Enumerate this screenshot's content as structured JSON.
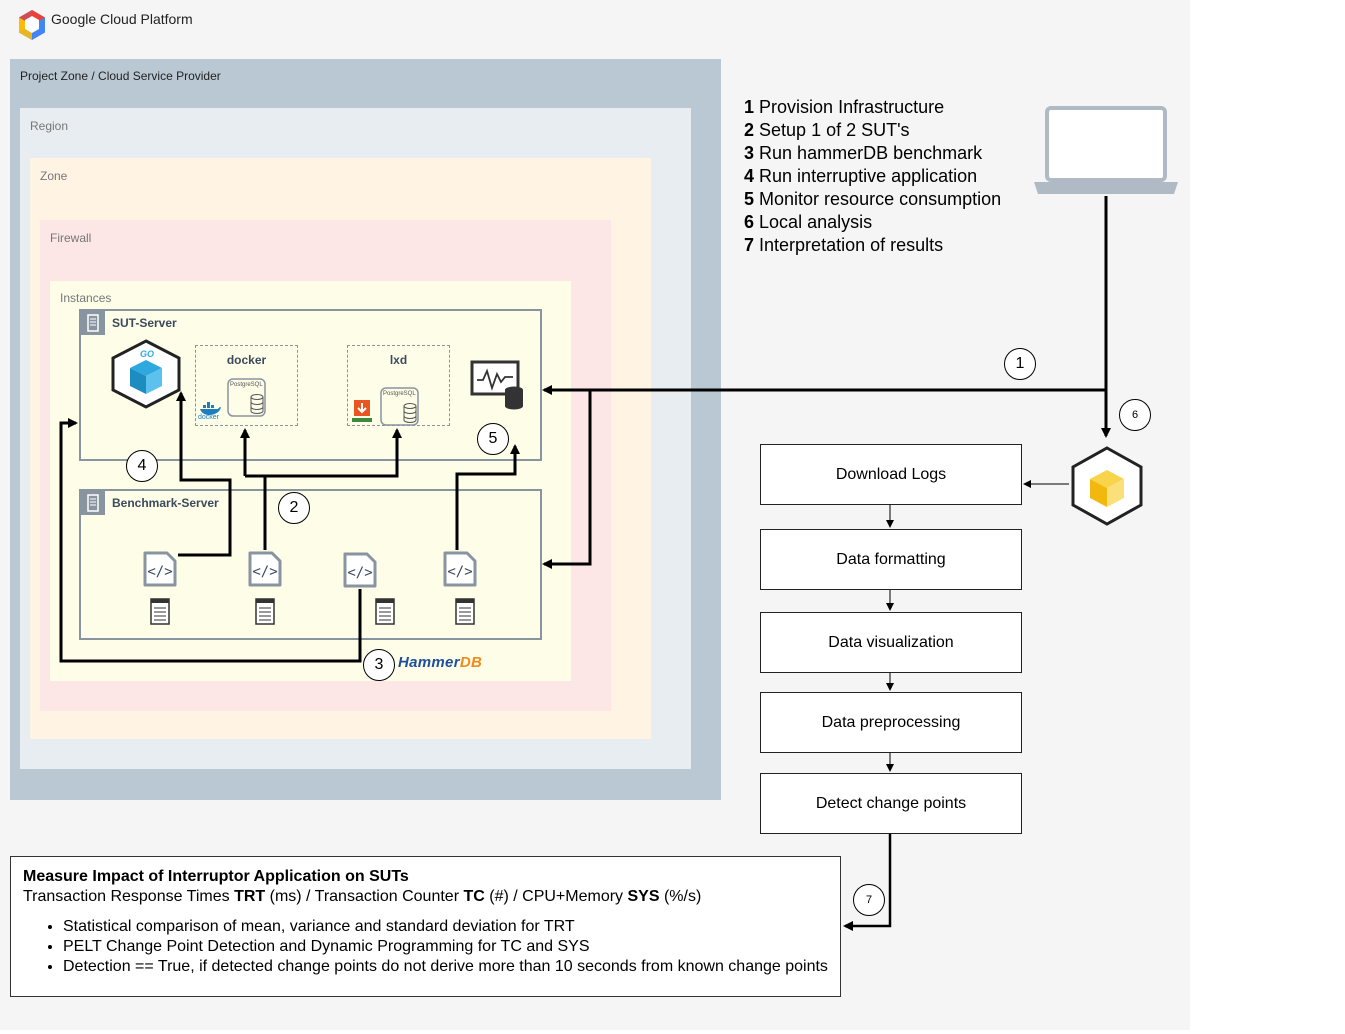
{
  "platform": {
    "title": "Google Cloud Platform",
    "logo_icon": "google-cloud-hexagon-icon"
  },
  "zones": {
    "project": "Project Zone / Cloud Service Provider",
    "region": "Region",
    "zone": "Zone",
    "firewall": "Firewall",
    "instances": "Instances"
  },
  "sut_server": {
    "title": "SUT-Server",
    "docker_label": "docker",
    "lxd_label": "lxd",
    "postgres_label": "PostgreSQL",
    "docker_logo_text": "docker",
    "go_label": "GO"
  },
  "benchmark_server": {
    "title": "Benchmark-Server"
  },
  "hammerdb": {
    "part1": "Hammer",
    "part2": "DB"
  },
  "steps": [
    {
      "num": "1",
      "text": "Provision Infrastructure"
    },
    {
      "num": "2",
      "text": "Setup 1 of 2 SUT's"
    },
    {
      "num": "3",
      "text": "Run hammerDB benchmark"
    },
    {
      "num": "4",
      "text": "Run interruptive application"
    },
    {
      "num": "5",
      "text": "Monitor resource consumption"
    },
    {
      "num": "6",
      "text": "Local analysis"
    },
    {
      "num": "7",
      "text": "Interpretation of results"
    }
  ],
  "flow": [
    "Download Logs",
    "Data formatting",
    "Data visualization",
    "Data preprocessing",
    "Detect change points"
  ],
  "markers": {
    "m1": "1",
    "m2": "2",
    "m3": "3",
    "m4": "4",
    "m5": "5",
    "m6": "6",
    "m7": "7"
  },
  "summary": {
    "title": "Measure Impact of Interruptor Application on SUTs",
    "sub_parts": [
      "Transaction Response Times ",
      "TRT",
      " (ms) / Transaction Counter ",
      "TC",
      " (#) / CPU+Memory ",
      "SYS",
      " (%/s)"
    ],
    "bullets": [
      "Statistical comparison of mean, variance and standard deviation for TRT",
      "PELT Change Point Detection and Dynamic Programming for TC and SYS",
      "Detection == True, if detected change points do not derive more than 10 seconds from known change points"
    ]
  },
  "colors": {
    "project": "#bac8d3",
    "region": "#e8edf1",
    "zone": "#fff4e3",
    "firewall": "#fce6e6",
    "instances": "#fdfde8",
    "server_border": "#8994a1"
  }
}
